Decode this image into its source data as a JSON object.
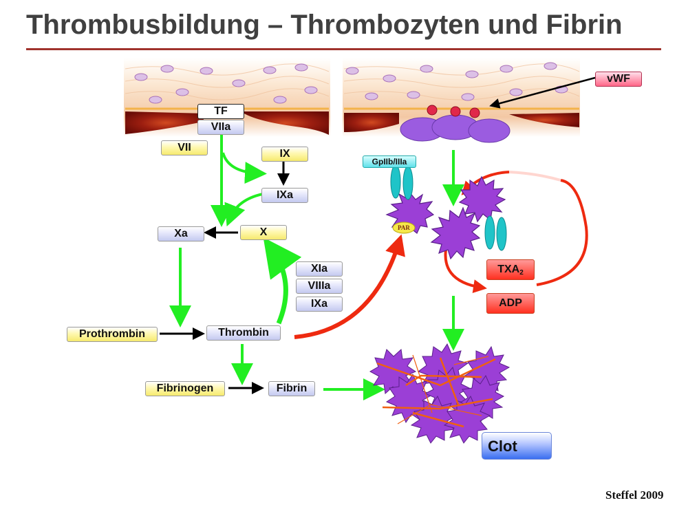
{
  "title": "Thrombusbildung – Thrombozyten und Fibrin",
  "credit": "Steffel 2009",
  "labels": {
    "tf": "TF",
    "viia": "VIIa",
    "vii": "VII",
    "ix": "IX",
    "ixa_top": "IXa",
    "xa": "Xa",
    "x": "X",
    "xia": "XIa",
    "viiia": "VIIIa",
    "ixa_side": "IXa",
    "prothrombin": "Prothrombin",
    "thrombin": "Thrombin",
    "fibrinogen": "Fibrinogen",
    "fibrin": "Fibrin",
    "vwf": "vWF",
    "gpiib": "GpIIb/IIIa",
    "par": "PAR",
    "txa_main": "TXA",
    "txa_sub": "2",
    "adp": "ADP",
    "clot": "Clot"
  },
  "colors": {
    "green_arrow": "#22ee22",
    "red_arrow": "#ee2a10",
    "platelet": "#9b3fd6",
    "receptor": "#1fc4c8",
    "title_rule": "#a0322c"
  }
}
